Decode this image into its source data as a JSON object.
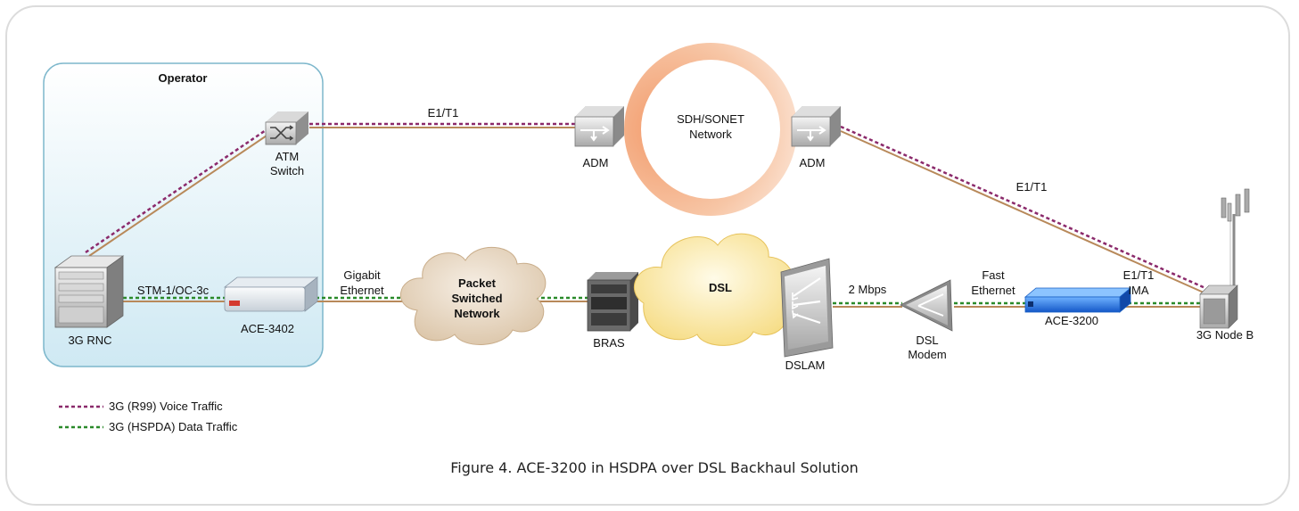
{
  "operator_label": "Operator",
  "nodes": {
    "rnc": "3G RNC",
    "atm_switch": [
      "ATM",
      "Switch"
    ],
    "ace3402": "ACE-3402",
    "adm_left": "ADM",
    "adm_right": "ADM",
    "sdh_network": [
      "SDH/SONET",
      "Network"
    ],
    "packet_network": [
      "Packet",
      "Switched",
      "Network"
    ],
    "bras": "BRAS",
    "dsl_cloud": "DSL",
    "dslam": "DSLAM",
    "dsl_modem": [
      "DSL",
      "Modem"
    ],
    "ace3200": "ACE-3200",
    "node_b": "3G Node B"
  },
  "links": {
    "atm_to_adm": "E1/T1",
    "adm_to_nodeb": "E1/T1",
    "rnc_to_ace3402": "STM-1/OC-3c",
    "ace3402_to_packet": [
      "Gigabit",
      "Ethernet"
    ],
    "dslam_to_modem": "2 Mbps",
    "modem_to_ace3200": [
      "Fast",
      "Ethernet"
    ],
    "ace3200_to_nodeb": [
      "E1/T1",
      "IMA"
    ]
  },
  "legend": [
    {
      "label": "3G (R99) Voice Traffic",
      "color": "#8b2a6b"
    },
    {
      "label": "3G (HSPDA) Data Traffic",
      "color": "#2a8a2a"
    }
  ],
  "caption": "Figure 4.  ACE-3200 in HSDPA over DSL Backhaul Solution",
  "colors": {
    "link": "#b8895a",
    "voice": "#8b2a6b",
    "data": "#2a8a2a"
  }
}
